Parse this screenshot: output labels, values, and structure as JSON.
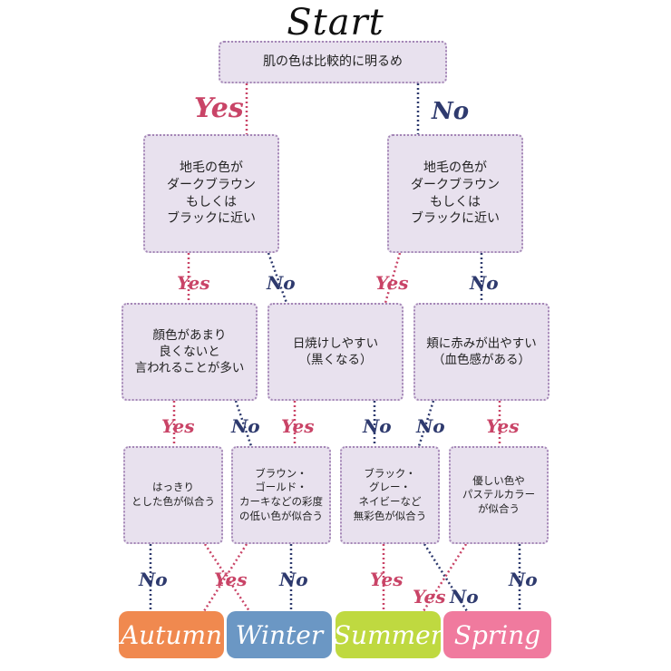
{
  "title": "Start",
  "nodes": {
    "q0": "肌の色は比較的に明るめ",
    "q1_left": "地毛の色が\nダークブラウン\nもしくは\nブラックに近い",
    "q1_right": "地毛の色が\nダークブラウン\nもしくは\nブラックに近い",
    "q2_a": "顔色があまり\n良くないと\n言われることが多い",
    "q2_b": "日焼けしやすい\n（黒くなる）",
    "q2_c": "頬に赤みが出やすい\n（血色感がある）",
    "q3_a": "はっきり\nとした色が似合う",
    "q3_b": "ブラウン・\nゴールド・\nカーキなどの彩度\nの低い色が似合う",
    "q3_c": "ブラック・\nグレー・\nネイビーなど\n無彩色が似合う",
    "q3_d": "優しい色や\nパステルカラー\nが似合う"
  },
  "labels": {
    "yes": "Yes",
    "no": "No"
  },
  "seasons": [
    {
      "name": "Autumn",
      "color": "#f0894f"
    },
    {
      "name": "Winter",
      "color": "#6b97c4"
    },
    {
      "name": "Summer",
      "color": "#bfd940"
    },
    {
      "name": "Spring",
      "color": "#f07a9e"
    }
  ],
  "colors": {
    "yes": "#c94467",
    "no": "#2e3a6e",
    "box_bg": "#e8e1ee",
    "box_border": "#a486b6"
  }
}
